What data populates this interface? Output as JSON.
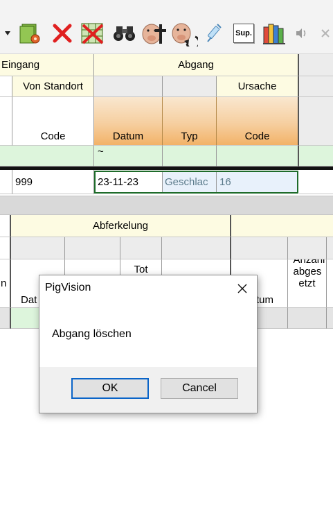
{
  "toolbar": {
    "icons": [
      "dropdown-arrow-icon",
      "new-record-icon",
      "delete-icon",
      "delete-grid-icon",
      "binoculars-icon",
      "pig-cross-icon",
      "pig-arrow-icon",
      "syringe-icon",
      "sup-icon",
      "books-icon",
      "sound-icon",
      "more-icon"
    ],
    "sup_label": "Sup."
  },
  "grid_top": {
    "group_headers": {
      "eingang": "Eingang",
      "abgang": "Abgang"
    },
    "sub_headers": {
      "von_standort": "Von Standort",
      "ursache": "Ursache"
    },
    "columns": {
      "code_left": "Code",
      "datum": "Datum",
      "typ": "Typ",
      "code_right": "Code"
    },
    "filter_row": {
      "datum": "~"
    },
    "row": {
      "code": "999",
      "datum": "23-11-23",
      "typ": "Geschlac",
      "ursache_code": "16"
    }
  },
  "grid_bottom": {
    "group_header": "Abferkelung",
    "columns": {
      "partial_left": "n",
      "datum": "Dat",
      "tot": "Tot",
      "datum_right": "tum",
      "anzahl": "Anzahl abges etzt"
    }
  },
  "dialog": {
    "title": "PigVision",
    "message": "Abgang löschen",
    "ok_label": "OK",
    "cancel_label": "Cancel"
  },
  "colors": {
    "header_yellow": "#fdfbe2",
    "header_orange": "#f2b268",
    "filter_green": "#ddf5dc",
    "selection_border": "#1e6b2a",
    "selected_cell_bg": "#e8f1fb",
    "ok_focus_border": "#0a64c8"
  }
}
